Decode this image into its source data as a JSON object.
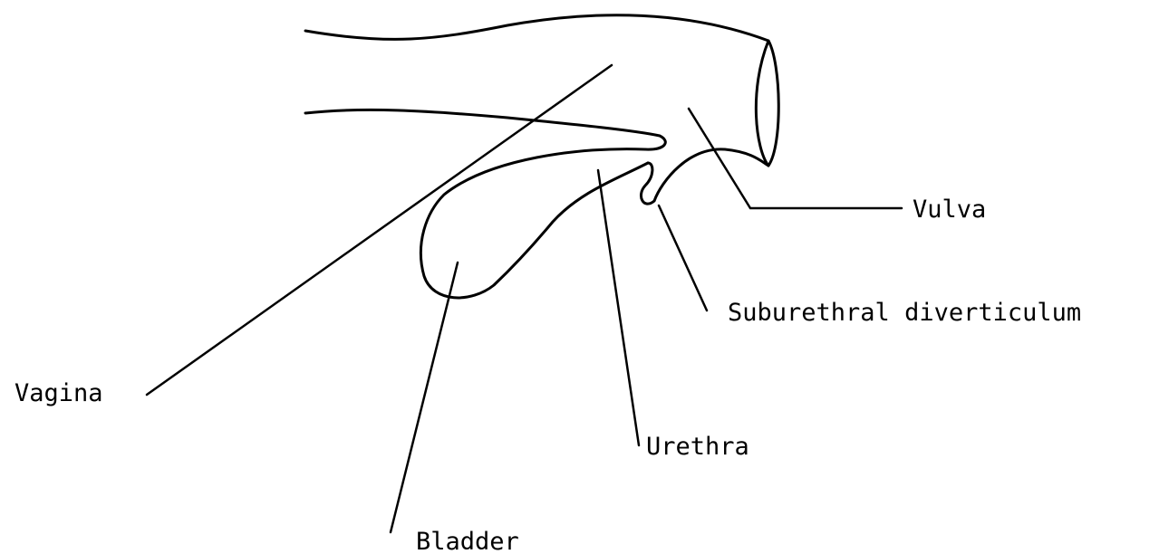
{
  "figure": {
    "labels": {
      "vulva": "Vulva",
      "suburethral_diverticulum": "Suburethral diverticulum",
      "vagina": "Vagina",
      "urethra": "Urethra",
      "bladder": "Bladder"
    },
    "line_color": "#000000",
    "background_color": "#ffffff"
  }
}
